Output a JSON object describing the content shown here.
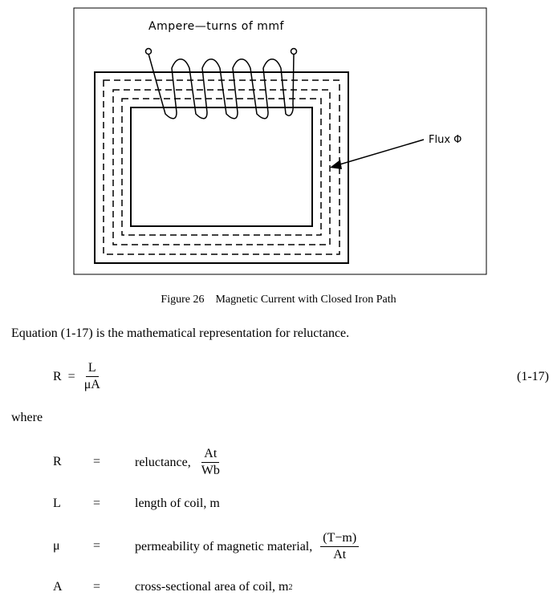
{
  "figure": {
    "mmf_label": "Ampere—turns of mmf",
    "flux_label": "Flux Φ",
    "caption": "Figure 26    Magnetic Current with Closed Iron Path"
  },
  "text": {
    "intro": "Equation (1-17) is the mathematical representation for reluctance.",
    "where": "where"
  },
  "equation": {
    "lhs": "R",
    "eq": "=",
    "numerator": "L",
    "denominator": "μA",
    "number": "(1-17)"
  },
  "definitions": [
    {
      "symbol": "R",
      "eq": "=",
      "desc": "reluctance,",
      "frac_num": "At",
      "frac_den": "Wb"
    },
    {
      "symbol": "L",
      "eq": "=",
      "desc": "length of coil, m"
    },
    {
      "symbol": "μ",
      "eq": "=",
      "desc": "permeability of magnetic material,",
      "frac_num": "(T−m)",
      "frac_den": "At"
    },
    {
      "symbol": "A",
      "eq": "=",
      "desc": "cross-sectional area of coil, m",
      "sup": "2"
    }
  ]
}
